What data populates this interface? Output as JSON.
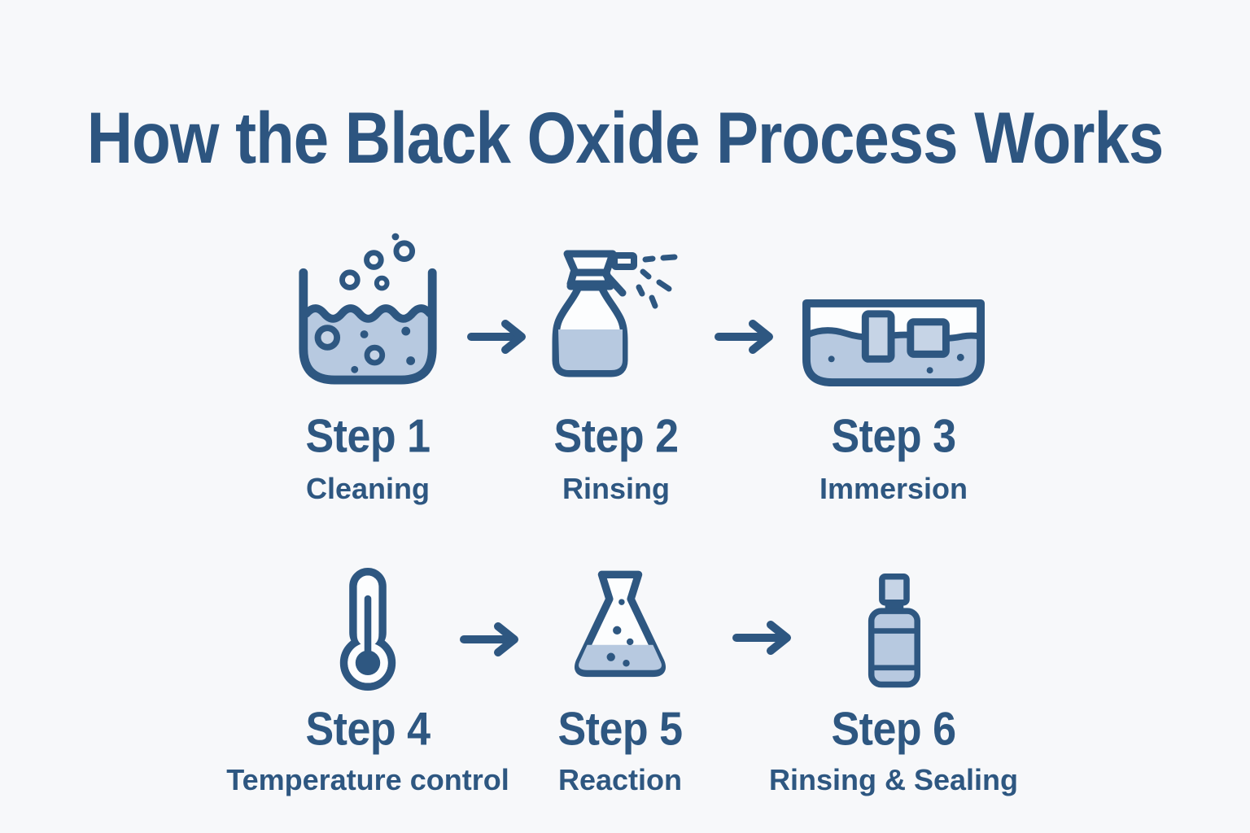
{
  "title": "How the Black Oxide Process Works",
  "steps": [
    {
      "label": "Step 1",
      "caption": "Cleaning",
      "icon": "cleaning-tank-icon"
    },
    {
      "label": "Step 2",
      "caption": "Rinsing",
      "icon": "spray-bottle-icon"
    },
    {
      "label": "Step 3",
      "caption": "Immersion",
      "icon": "immersion-tank-icon"
    },
    {
      "label": "Step 4",
      "caption": "Temperature control",
      "icon": "thermometer-icon"
    },
    {
      "label": "Step 5",
      "caption": "Reaction",
      "icon": "reaction-flask-icon"
    },
    {
      "label": "Step 6",
      "caption": "Rinsing & Sealing",
      "icon": "sealing-bottle-icon"
    }
  ],
  "arrow_count": 4,
  "colors": {
    "ink": "#2e5781",
    "title_ink": "#2d5580",
    "liquid": "#b7c9e0",
    "liquid_light": "#c6d4e6",
    "background": "#f7f8fa",
    "icon_inner": "#fcfdfe"
  }
}
